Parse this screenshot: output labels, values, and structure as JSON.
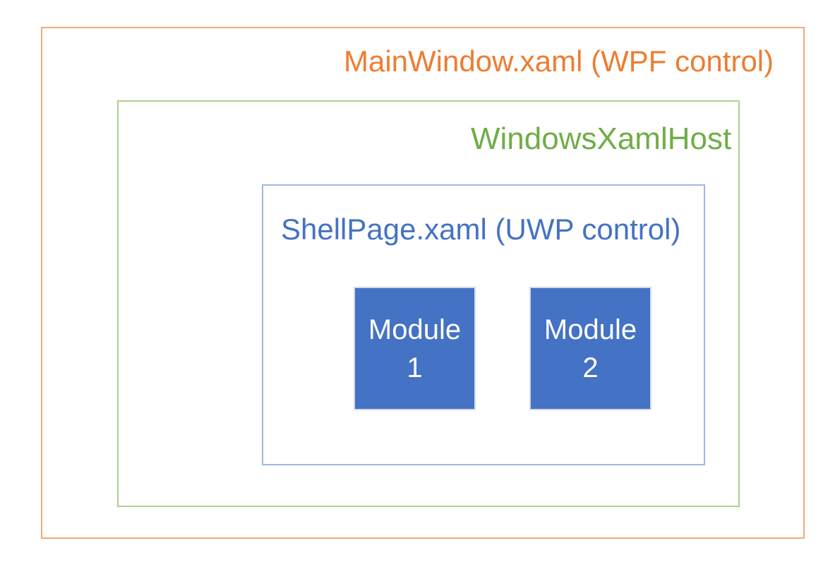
{
  "diagram": {
    "main_window": {
      "label": "MainWindow.xaml (WPF control)",
      "text_color": "#ED7D31",
      "border_color": "#F4A976"
    },
    "xaml_host": {
      "label": "WindowsXamlHost",
      "text_color": "#70AD47",
      "border_color": "#A9D18E"
    },
    "shell_page": {
      "label": "ShellPage.xaml (UWP control)",
      "text_color": "#4472C4",
      "border_color": "#9FB7E2"
    },
    "modules": [
      {
        "lines": [
          "Module",
          "1"
        ],
        "fill_color": "#4472C4",
        "border_color": "#D6DCE5",
        "text_color": "#FFFFFF"
      },
      {
        "lines": [
          "Module",
          "2"
        ],
        "fill_color": "#4472C4",
        "border_color": "#D6DCE5",
        "text_color": "#FFFFFF"
      }
    ]
  }
}
